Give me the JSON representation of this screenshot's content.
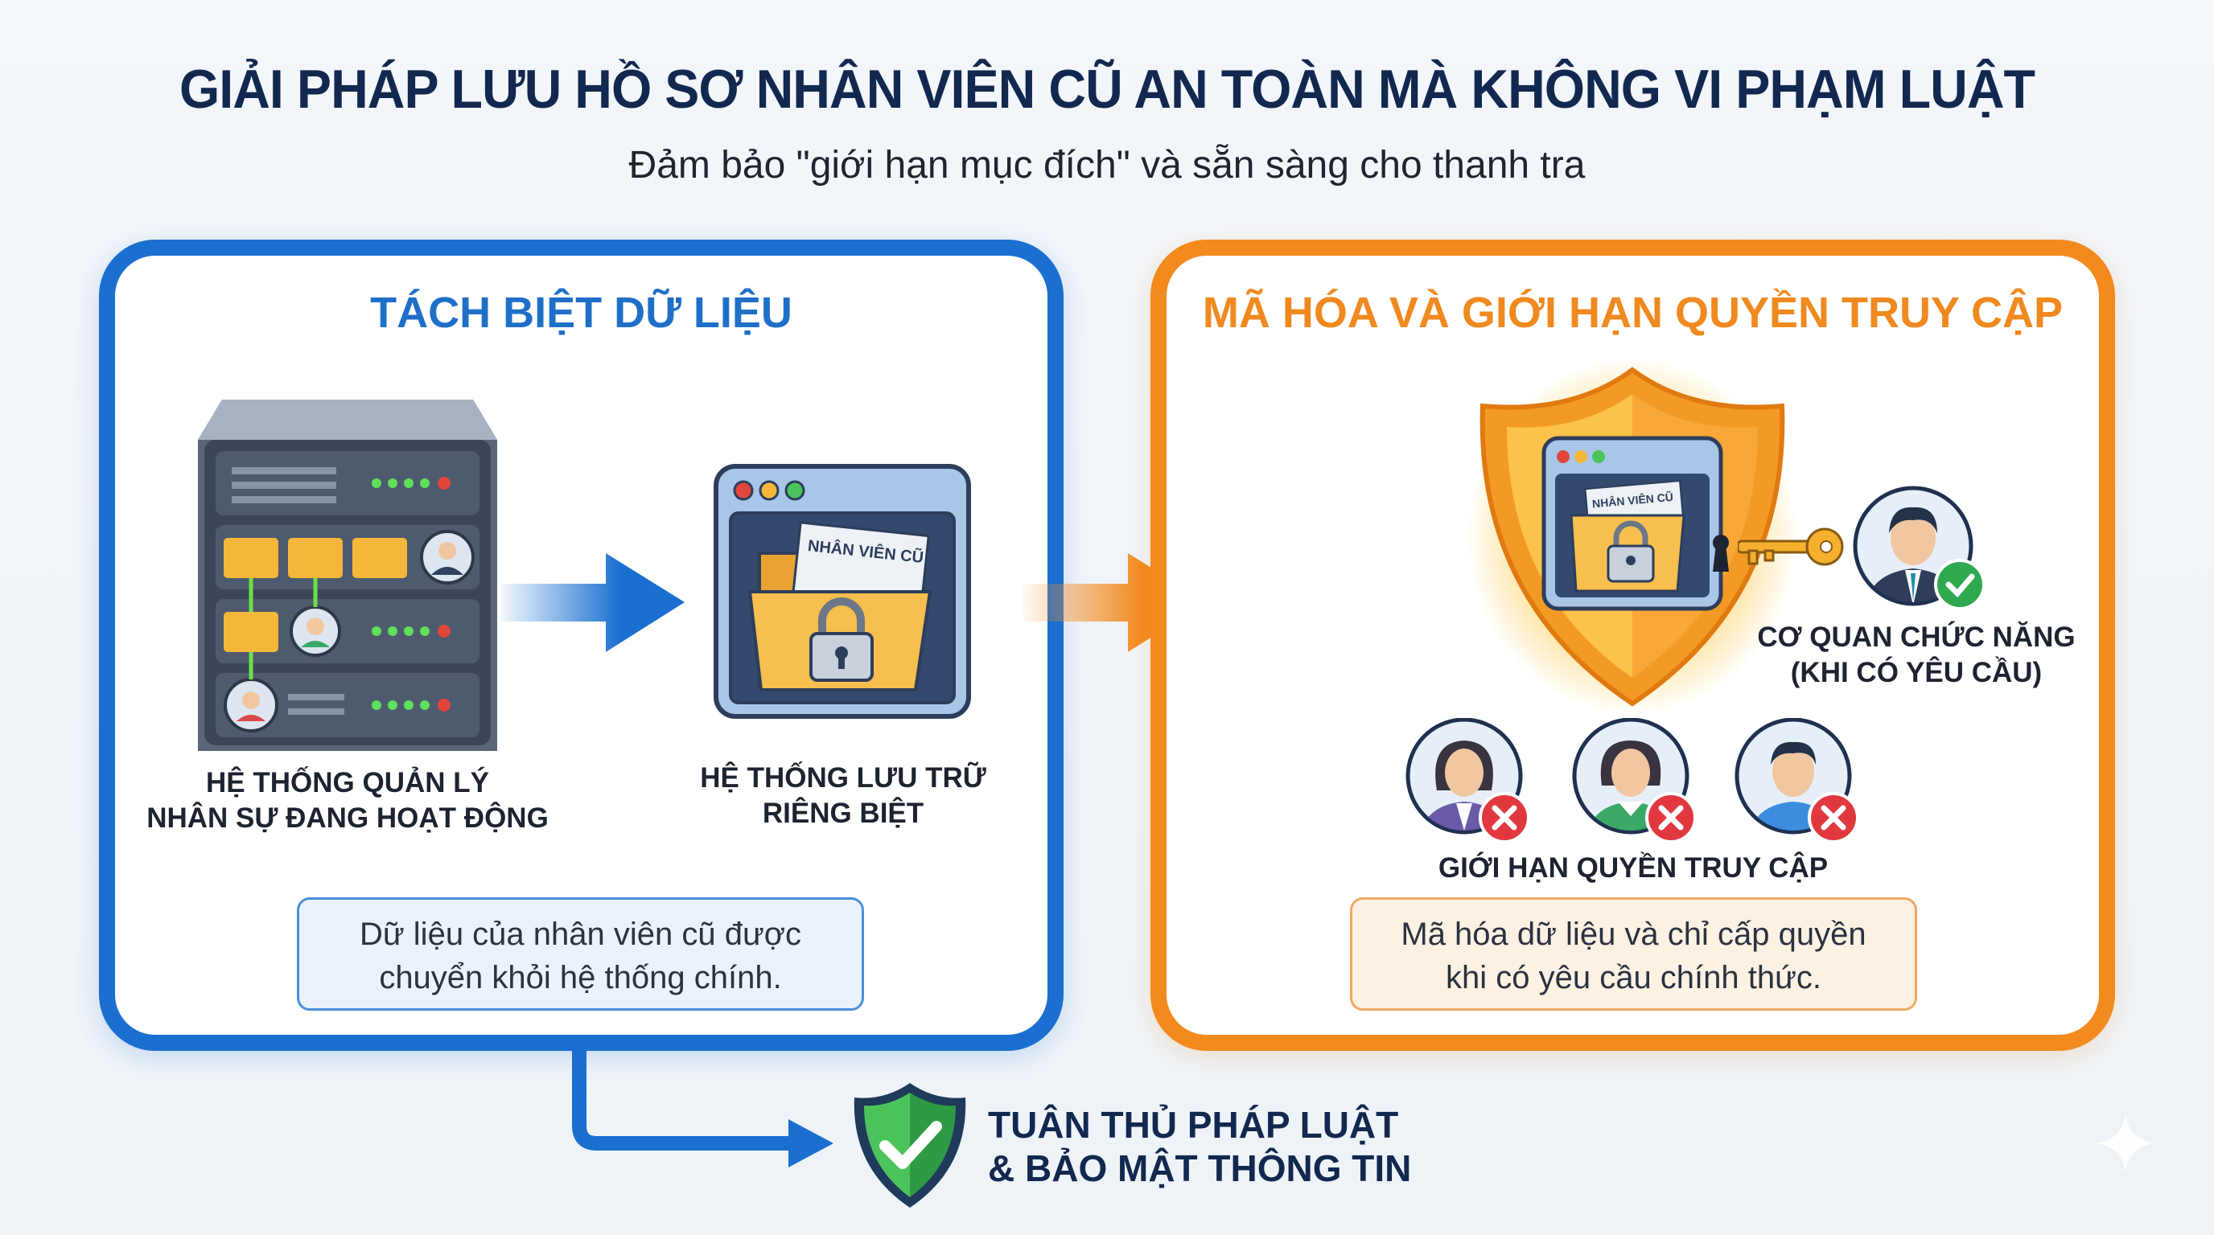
{
  "title": "GIẢI PHÁP LƯU HỒ SƠ NHÂN VIÊN CŨ AN TOÀN MÀ KHÔNG VI PHẠM LUẬT",
  "subtitle": "Đảm bảo \"giới hạn mục đích\" và sẵn sàng cho thanh tra",
  "left_panel": {
    "heading": "TÁCH BIỆT DỮ LIỆU",
    "server_label": [
      "HỆ THỐNG QUẢN LÝ",
      "NHÂN SỰ ĐANG HOẠT ĐỘNG"
    ],
    "storage_label": [
      "HỆ THỐNG LƯU TRỮ",
      "RIÊNG BIỆT"
    ],
    "folder_tag": "NHÂN VIÊN CŨ",
    "note": [
      "Dữ liệu của nhân viên cũ được",
      "chuyển khỏi hệ thống chính."
    ]
  },
  "right_panel": {
    "heading": "MÃ HÓA VÀ GIỚI HẠN QUYỀN TRUY CẬP",
    "folder_tag": "NHÂN VIÊN CŨ",
    "authority_label": [
      "CƠ QUAN CHỨC NĂNG",
      "(KHI CÓ YÊU CẦU)"
    ],
    "restricted_label": "GIỚI HẠN QUYỀN TRUY CẬP",
    "note": [
      "Mã hóa dữ liệu và chỉ cấp quyền",
      "khi có yêu cầu chính thức."
    ]
  },
  "footer": {
    "lines": [
      "TUÂN THỦ PHÁP LUẬT",
      "& BẢO MẬT THÔNG TIN"
    ]
  },
  "colors": {
    "blue": "#1a6fd0",
    "orange": "#f28a1e",
    "navy": "#13284f",
    "green": "#2fa84f",
    "red": "#e0383e"
  }
}
